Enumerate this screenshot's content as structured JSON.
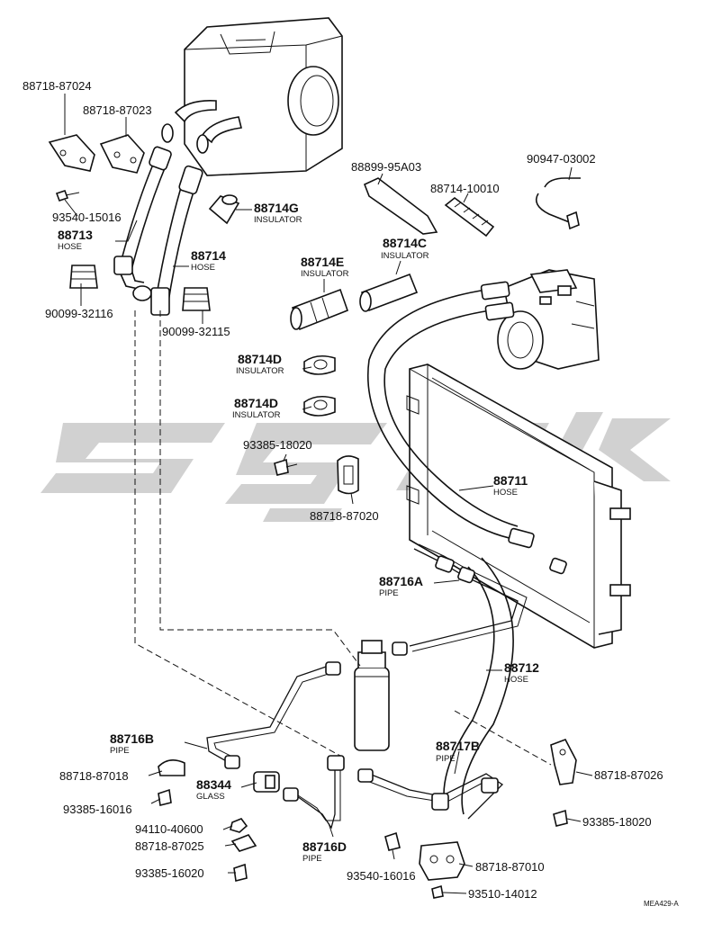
{
  "labels": {
    "p88718_87024": "88718-87024",
    "p88718_87023": "88718-87023",
    "p93540_15016": "93540-15016",
    "p88713": "88713",
    "p88713_sub": "HOSE",
    "p88714G": "88714G",
    "p88714G_sub": "INSULATOR",
    "p88714": "88714",
    "p88714_sub": "HOSE",
    "p90099_32116": "90099-32116",
    "p90099_32115": "90099-32115",
    "p88899_95A03": "88899-95A03",
    "p90947_03002": "90947-03002",
    "p88714_10010": "88714-10010",
    "p88714C": "88714C",
    "p88714C_sub": "INSULATOR",
    "p88714E": "88714E",
    "p88714E_sub": "INSULATOR",
    "p88714D_a": "88714D",
    "p88714D_a_sub": "INSULATOR",
    "p88714D_b": "88714D",
    "p88714D_b_sub": "INSULATOR",
    "p93385_18020_a": "93385-18020",
    "p88718_87020": "88718-87020",
    "p88711": "88711",
    "p88711_sub": "HOSE",
    "p88716A": "88716A",
    "p88716A_sub": "PIPE",
    "p88712": "88712",
    "p88712_sub": "HOSE",
    "p88716B": "88716B",
    "p88716B_sub": "PIPE",
    "p88717B": "88717B",
    "p88717B_sub": "PIPE",
    "p88718_87018": "88718-87018",
    "p88344": "88344",
    "p88344_sub": "GLASS",
    "p93385_16016": "93385-16016",
    "p94110_40600": "94110-40600",
    "p88718_87025": "88718-87025",
    "p88716D": "88716D",
    "p88716D_sub": "PIPE",
    "p93385_16020": "93385-16020",
    "p93540_16016": "93540-16016",
    "p88718_87010": "88718-87010",
    "p93510_14012": "93510-14012",
    "p88718_87026": "88718-87026",
    "p93385_18020_b": "93385-18020",
    "diagram_code": "MEA429-A"
  },
  "colors": {
    "line": "#111111",
    "watermark": "#c9c9c9",
    "background": "#ffffff"
  }
}
